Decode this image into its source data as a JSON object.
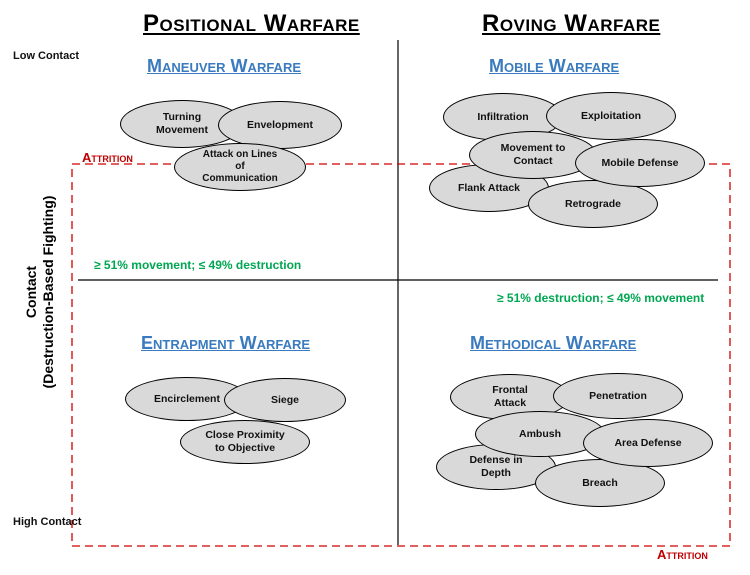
{
  "titles": {
    "positional": "Positional Warfare",
    "roving": "Roving Warfare"
  },
  "quadrants": {
    "maneuver": "Maneuver Warfare",
    "mobile": "Mobile Warfare",
    "entrapment": "Entrapment Warfare",
    "methodical": "Methodical Warfare"
  },
  "axis": {
    "low": "Low Contact",
    "high": "High Contact",
    "ylabel_line1": "Contact",
    "ylabel_line2": "(Destruction-Based Fighting)"
  },
  "attrition": {
    "top": "Attrition",
    "bottom": "Attrition"
  },
  "ratios": {
    "movement": "≥ 51% movement; ≤ 49% destruction",
    "destruction": "≥ 51% destruction; ≤ 49% movement"
  },
  "ellipses": {
    "maneuver": [
      "Turning\nMovement",
      "Envelopment",
      "Attack on Lines\nof\nCommunication"
    ],
    "mobile": [
      "Infiltration",
      "Exploitation",
      "Movement to\nContact",
      "Flank Attack",
      "Retrograde",
      "Mobile Defense"
    ],
    "entrapment": [
      "Encirclement",
      "Siege",
      "Close Proximity\nto Objective"
    ],
    "methodical": [
      "Frontal\nAttack",
      "Penetration",
      "Ambush",
      "Defense in\nDepth",
      "Breach",
      "Area Defense"
    ]
  },
  "colors": {
    "quadrant_title": "#3a7bbf",
    "attrition": "#c00000",
    "ratio": "#00a651",
    "ellipse_fill": "#d9d9d9"
  }
}
